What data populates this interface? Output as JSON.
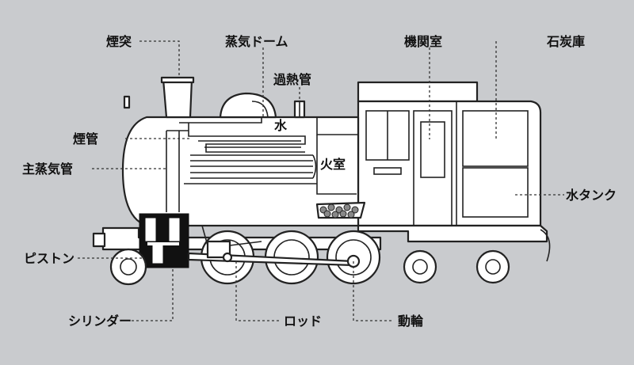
{
  "labels": {
    "chimney": "煙突",
    "steam_dome": "蒸気ドーム",
    "superheater_tube": "過熱管",
    "water": "水",
    "flue_tube": "煙管",
    "main_steam_pipe": "主蒸気管",
    "firebox": "火室",
    "cab": "機関室",
    "coal_bunker": "石炭庫",
    "water_tank": "水タンク",
    "piston": "ピストン",
    "cylinder": "シリンダー",
    "rod": "ロッド",
    "driving_wheel": "動輪"
  },
  "colors": {
    "background": "#c9cbce",
    "line": "#222222",
    "fill": "#ffffff",
    "cylinder": "#111111"
  }
}
